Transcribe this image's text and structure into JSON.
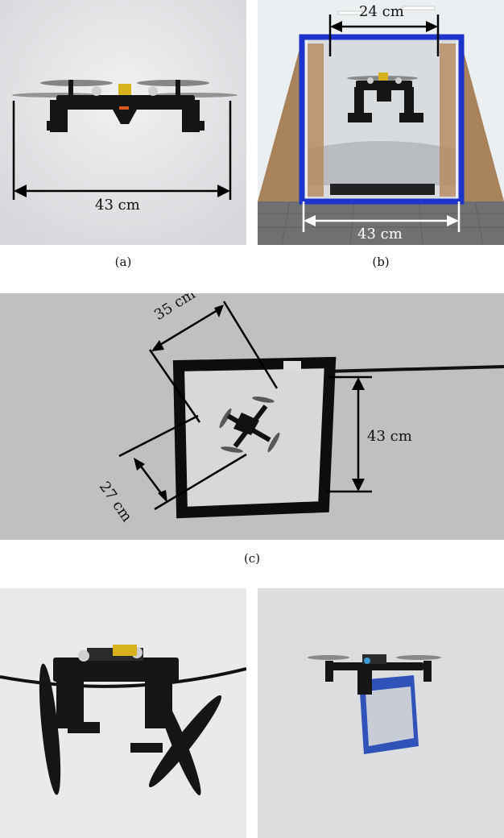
{
  "panels": {
    "a": {
      "caption": "(a)",
      "dimension": "43 cm"
    },
    "b": {
      "caption": "(b)",
      "dimension_top": "24 cm",
      "dimension_bottom": "43 cm"
    },
    "c": {
      "caption": "(c)",
      "dimension_diag_top": "35 cm",
      "dimension_right": "43 cm",
      "dimension_diag_bottom": "27 cm"
    },
    "d": {
      "caption": ""
    },
    "e": {
      "caption": ""
    }
  },
  "colors": {
    "frame_blue": "#1d33c9",
    "cardboard": "#b58a5c",
    "drone_black": "#151515"
  }
}
